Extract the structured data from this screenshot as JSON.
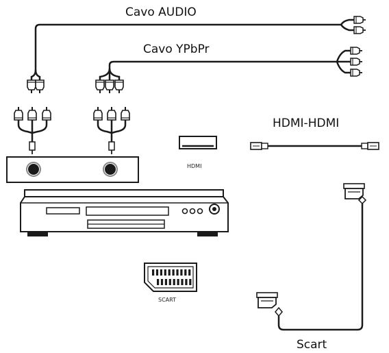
{
  "labels": {
    "audio_cable": "Cavo AUDIO",
    "ypbpr_cable": "Cavo YPbPr",
    "hdmi_cable": "HDMI-HDMI",
    "hdmi_port": "HDMI",
    "scart_port": "SCART",
    "scart_cable": "Scart"
  },
  "colors": {
    "line": "#1a1a1a",
    "background": "#ffffff"
  }
}
